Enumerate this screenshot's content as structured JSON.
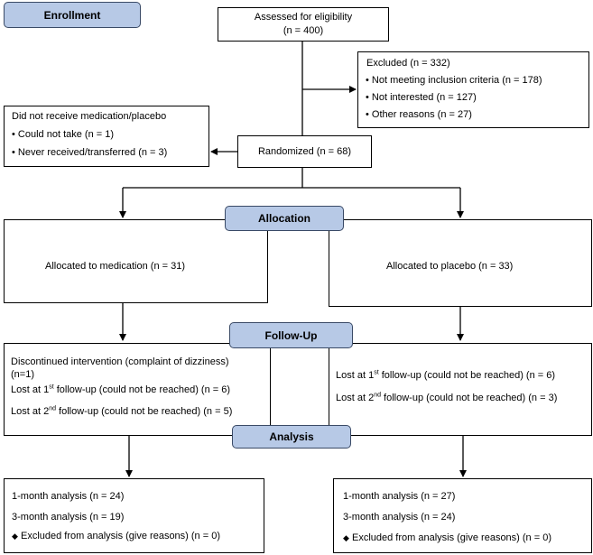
{
  "stages": {
    "enrollment": "Enrollment",
    "allocation": "Allocation",
    "follow_up": "Follow-Up",
    "analysis": "Analysis"
  },
  "assessed": {
    "label": "Assessed for eligibility",
    "count": "(n = 400)"
  },
  "excluded": {
    "title": "Excluded (n = 332)",
    "items": [
      "Not meeting inclusion criteria (n = 178)",
      "Not interested (n = 127)",
      "Other reasons (n = 27)"
    ]
  },
  "no_medication": {
    "title": "Did not receive medication/placebo",
    "items": [
      "Could not take (n = 1)",
      "Never received/transferred (n = 3)"
    ]
  },
  "randomized": "Randomized (n = 68)",
  "allocated_medication": "Allocated to medication (n = 31)",
  "allocated_placebo": "Allocated to placebo (n = 33)",
  "followup_medication": {
    "discontinued": "Discontinued intervention (complaint of dizziness)",
    "discontinued_n": "(n=1)",
    "lost1_pre": "Lost at 1",
    "lost1_sup": "st",
    "lost1_post": " follow-up (could not be reached) (n = 6)",
    "lost2_pre": "Lost at 2",
    "lost2_sup": "nd",
    "lost2_post": " follow-up (could not be reached) (n = 5)"
  },
  "followup_placebo": {
    "lost1_pre": "Lost at 1",
    "lost1_sup": "st",
    "lost1_post": " follow-up (could not be reached) (n = 6)",
    "lost2_pre": "Lost at 2",
    "lost2_sup": "nd",
    "lost2_post": " follow-up (could not be reached) (n = 3)"
  },
  "analysis_medication": {
    "one_month": "1-month analysis (n = 24)",
    "three_month": "3-month analysis (n = 19)",
    "excluded": "Excluded from analysis (give reasons) (n = 0)"
  },
  "analysis_placebo": {
    "one_month": "1-month analysis (n = 27)",
    "three_month": "3-month analysis (n = 24)",
    "excluded": "Excluded from analysis (give reasons) (n = 0)"
  },
  "bullet": "•",
  "diamond": "◆",
  "colors": {
    "stage_fill": "#b7c9e6",
    "stage_border": "#3a4a66",
    "line": "#000000"
  }
}
